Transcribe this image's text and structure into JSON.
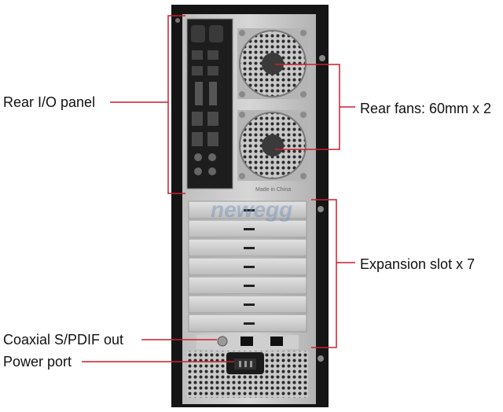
{
  "image": {
    "subject": "computer tower case rear view",
    "accent_color": "#cc1f2f"
  },
  "labels": {
    "rear_io": "Rear I/O panel",
    "rear_fans": "Rear fans: 60mm x 2",
    "expansion_slots": "Expansion slot x 7",
    "coaxial_spdif": "Coaxial S/PDIF out",
    "power_port": "Power port"
  },
  "embossed_text": {
    "made_in": "Made in China",
    "watermark": "newegg"
  }
}
